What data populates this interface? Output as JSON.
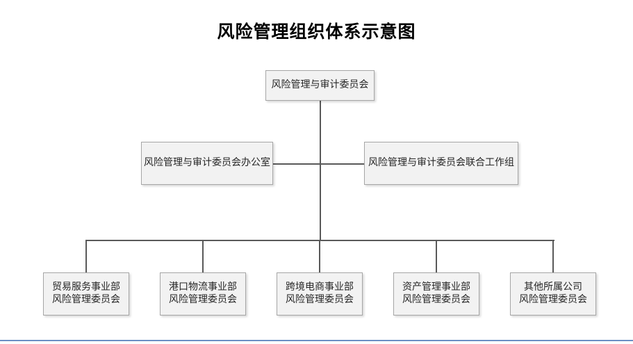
{
  "title": "风险管理组织体系示意图",
  "colors": {
    "box_fill": "#f2f2f2",
    "box_border": "#a6a6a6",
    "connector": "#595959",
    "text": "#262626",
    "title_text": "#000000",
    "bottom_rule": "#6b8fc4",
    "page_background": "#ffffff"
  },
  "chart_data": {
    "type": "diagram",
    "diagram_kind": "organization-chart",
    "title": "风险管理组织体系示意图",
    "orientation": "top-down",
    "levels": 3,
    "nodes": [
      {
        "id": "n1",
        "level": 1,
        "label": "风险管理与审计委员会",
        "lines": [
          "风险管理与审计委员会"
        ]
      },
      {
        "id": "n2",
        "level": 2,
        "label": "风险管理与审计委员会办公室",
        "lines": [
          "风险管理与审计委员会办公室"
        ]
      },
      {
        "id": "n3",
        "level": 2,
        "label": "风险管理与审计委员会联合工作组",
        "lines": [
          "风险管理与审计委员会联合工作组"
        ]
      },
      {
        "id": "n4",
        "level": 3,
        "label": "贸易服务事业部风险管理委员会",
        "lines": [
          "贸易服务事业部",
          "风险管理委员会"
        ]
      },
      {
        "id": "n5",
        "level": 3,
        "label": "港口物流事业部风险管理委员会",
        "lines": [
          "港口物流事业部",
          "风险管理委员会"
        ]
      },
      {
        "id": "n6",
        "level": 3,
        "label": "跨境电商事业部风险管理委员会",
        "lines": [
          "跨境电商事业部",
          "风险管理委员会"
        ]
      },
      {
        "id": "n7",
        "level": 3,
        "label": "资产管理事业部风险管理委员会",
        "lines": [
          "资产管理事业部",
          "风险管理委员会"
        ]
      },
      {
        "id": "n8",
        "level": 3,
        "label": "其他所属公司风险管理委员会",
        "lines": [
          "其他所属公司",
          "风险管理委员会"
        ]
      }
    ],
    "edges": [
      {
        "from": "n1",
        "to": "n2"
      },
      {
        "from": "n1",
        "to": "n3"
      },
      {
        "from": "n1",
        "to": "n4"
      },
      {
        "from": "n1",
        "to": "n5"
      },
      {
        "from": "n1",
        "to": "n6"
      },
      {
        "from": "n1",
        "to": "n7"
      },
      {
        "from": "n1",
        "to": "n8"
      }
    ]
  },
  "top": {
    "box": "风险管理与审计委员会"
  },
  "middle": {
    "left_box": "风险管理与审计委员会办公室",
    "right_box": "风险管理与审计委员会联合工作组"
  },
  "bottom": {
    "boxes": [
      {
        "line1": "贸易服务事业部",
        "line2": "风险管理委员会"
      },
      {
        "line1": "港口物流事业部",
        "line2": "风险管理委员会"
      },
      {
        "line1": "跨境电商事业部",
        "line2": "风险管理委员会"
      },
      {
        "line1": "资产管理事业部",
        "line2": "风险管理委员会"
      },
      {
        "line1": "其他所属公司",
        "line2": "风险管理委员会"
      }
    ]
  }
}
